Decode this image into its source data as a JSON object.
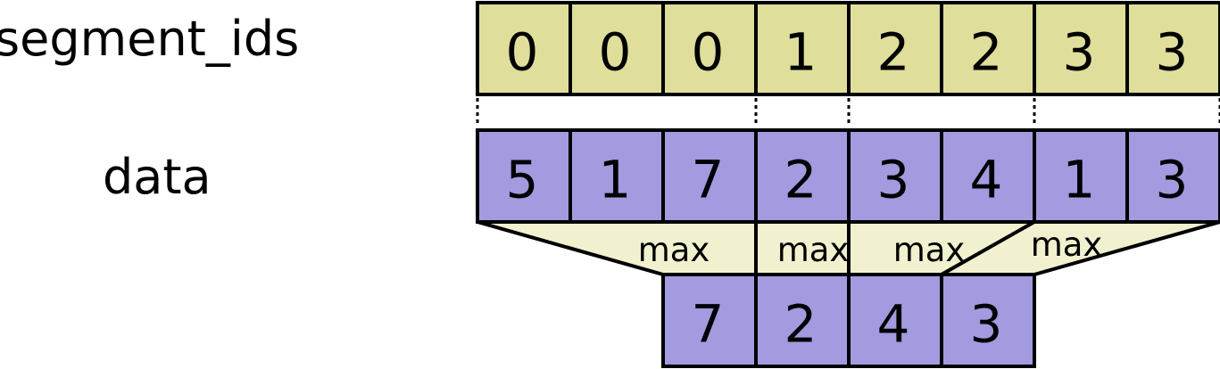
{
  "labels": {
    "segment_ids": "segment_ids",
    "data": "data"
  },
  "segment_ids": [
    0,
    0,
    0,
    1,
    2,
    2,
    3,
    3
  ],
  "data": [
    5,
    1,
    7,
    2,
    3,
    4,
    1,
    3
  ],
  "operation": "max",
  "result": [
    7,
    2,
    4,
    3
  ],
  "colors": {
    "segment_fill": "#dfdf9b",
    "data_fill": "#a29be0",
    "funnel_fill": "#f1f1cf",
    "stroke": "#000000"
  }
}
